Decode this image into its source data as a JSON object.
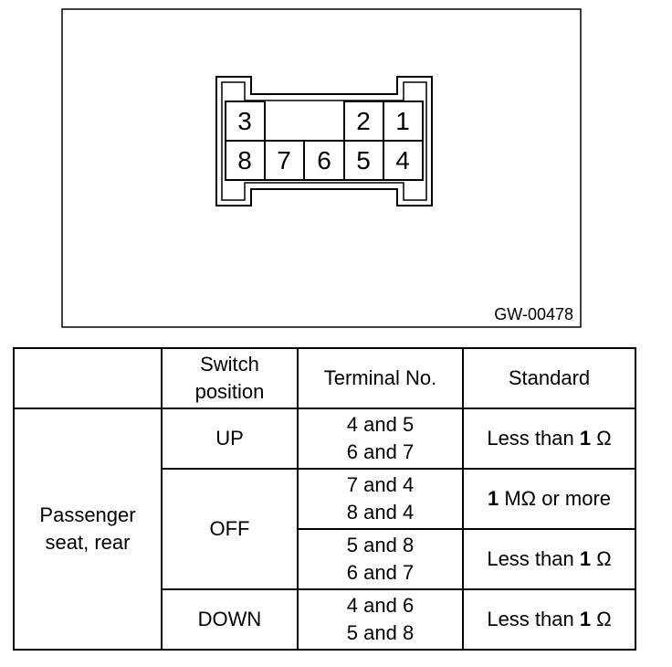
{
  "figure": {
    "caption_code": "GW-00478",
    "connector_terminals": {
      "top_row": [
        "3",
        "",
        "",
        "2",
        "1"
      ],
      "bottom_row": [
        "8",
        "7",
        "6",
        "5",
        "4"
      ]
    }
  },
  "table": {
    "headers": {
      "col1": "",
      "col2_line1": "Switch",
      "col2_line2": "position",
      "col3": "Terminal No.",
      "col4": "Standard"
    },
    "item_line1": "Passenger",
    "item_line2": "seat, rear",
    "rows": [
      {
        "position": "UP",
        "terminal_line1": "4 and 5",
        "terminal_line2": "6 and 7",
        "std_prefix": "Less than ",
        "std_number": "1",
        "std_suffix": " Ω"
      },
      {
        "position": "OFF",
        "terminal_line1": "7 and 4",
        "terminal_line2": "8 and 4",
        "std_prefix": "",
        "std_number": "1",
        "std_suffix": " MΩ or more"
      },
      {
        "position": "",
        "terminal_line1": "5 and 8",
        "terminal_line2": "6 and 7",
        "std_prefix": "Less than ",
        "std_number": "1",
        "std_suffix": " Ω"
      },
      {
        "position": "DOWN",
        "terminal_line1": "4 and 6",
        "terminal_line2": "5 and 8",
        "std_prefix": "Less than ",
        "std_number": "1",
        "std_suffix": " Ω"
      }
    ]
  }
}
